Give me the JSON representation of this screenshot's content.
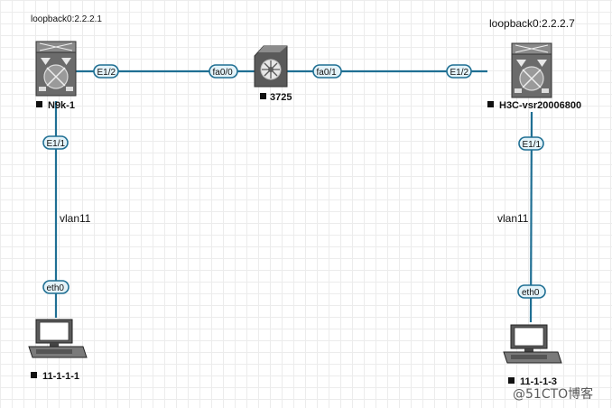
{
  "devices": {
    "n9k": {
      "name": "N9k-1",
      "loopback": "loopback0:2.2.2.1"
    },
    "router": {
      "name": "3725"
    },
    "h3c": {
      "name": "H3C-vsr20006800",
      "loopback": "loopback0:2.2.2.7"
    },
    "pc1": {
      "name": "11-1-1-1"
    },
    "pc2": {
      "name": "11-1-1-3"
    }
  },
  "ports": {
    "n9k_e12": "E1/2",
    "r_fa00": "fa0/0",
    "r_fa01": "fa0/1",
    "h3c_e12": "E1/2",
    "n9k_e11": "E1/1",
    "h3c_e11": "E1/1",
    "pc1_eth0": "eth0",
    "pc2_eth0": "eth0"
  },
  "links": {
    "left_vlan": "vlan11",
    "right_vlan": "vlan11"
  },
  "watermark": "@51CTO博客",
  "colors": {
    "link": "#1f6f93",
    "port_fill": "#e4f3f9",
    "switch_body": "#6b6b6b",
    "router_body": "#5a5a5a"
  }
}
